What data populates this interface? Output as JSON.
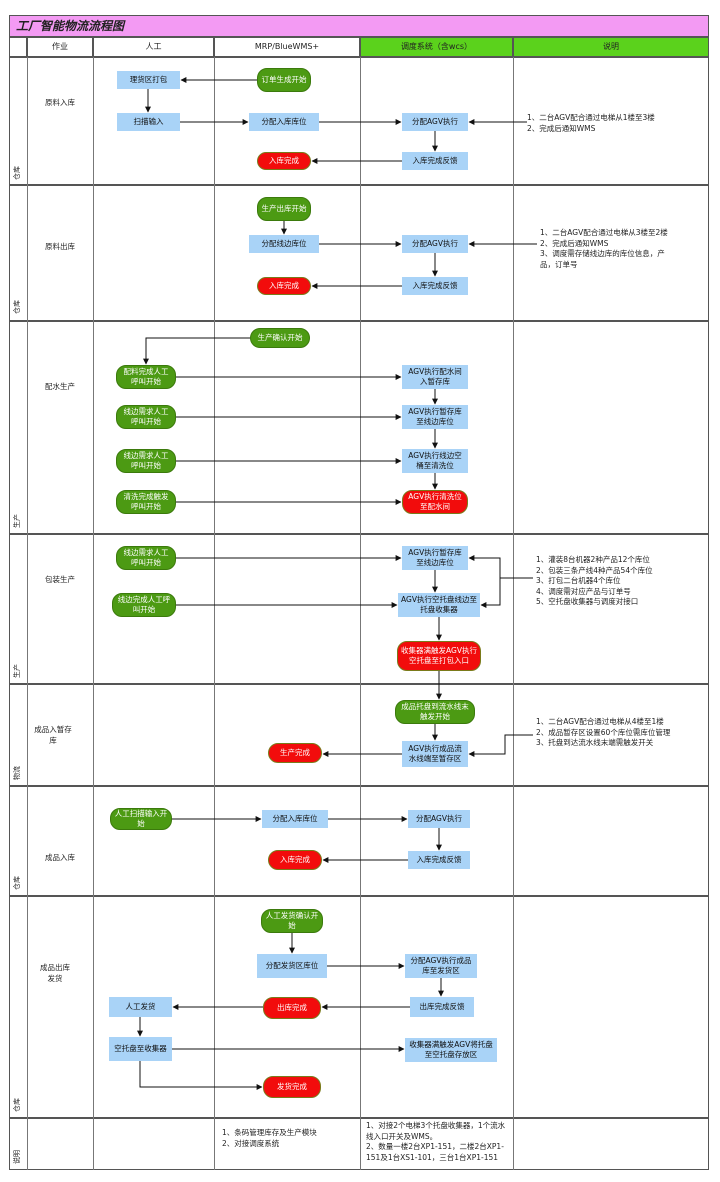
{
  "title": "工厂智能物流流程图",
  "headers": {
    "c1": "作业",
    "c2": "人工",
    "c3": "MRP/BlueWMS+",
    "c4": "调度系统（含wcs）",
    "c5": "说明"
  },
  "rows": [
    {
      "label": "原料入库",
      "dept": "仓库"
    },
    {
      "label": "原料出库",
      "dept": "仓库"
    },
    {
      "label": "配水生产",
      "dept": "生产"
    },
    {
      "label": "包装生产",
      "dept": "生产"
    },
    {
      "label": "成品入暂存库",
      "dept": "物流"
    },
    {
      "label": "成品入库",
      "dept": "仓库"
    },
    {
      "label": "成品出库发货",
      "dept": "仓库"
    },
    {
      "label": "",
      "dept": "说明"
    }
  ],
  "nodes": {
    "n1": "理货区打包",
    "n2": "订单生成开始",
    "n3": "扫描输入",
    "n4": "分配入库库位",
    "n5": "分配AGV执行",
    "n6": "入库完成",
    "n7": "入库完成反馈",
    "n8": "生产出库开始",
    "n9": "分配线边库位",
    "n10": "分配AGV执行",
    "n11": "入库完成",
    "n12": "入库完成反馈",
    "n13": "生产确认开始",
    "n14": "配料完成人工呼叫开始",
    "n15": "AGV执行配水间入暂存库",
    "n16": "线边需求人工呼叫开始",
    "n17": "AGV执行暂存库至线边库位",
    "n18": "线边需求人工呼叫开始",
    "n19": "AGV执行线边空桶至清洗位",
    "n20": "清洗完成触发呼叫开始",
    "n21": "AGV执行清洗位至配水间",
    "n22": "线边需求人工呼叫开始",
    "n23": "AGV执行暂存库至线边库位",
    "n24": "线边完成人工呼叫开始",
    "n25": "AGV执行空托盘线边至托盘收集器",
    "n26": "收集器满触发AGV执行空托盘至打包入口",
    "n27": "成品托盘到流水线末触发开始",
    "n28": "生产完成",
    "n29": "AGV执行成品流水线端至暂存区",
    "n30": "人工扫描输入开始",
    "n31": "分配入库库位",
    "n32": "分配AGV执行",
    "n33": "入库完成",
    "n34": "入库完成反馈",
    "n35": "人工发货确认开始",
    "n36": "分配发货区库位",
    "n37": "分配AGV执行成品库至发货区",
    "n38": "人工发货",
    "n39": "出库完成",
    "n40": "出库完成反馈",
    "n41": "空托盘至收集器",
    "n42": "收集器满触发AGV将托盘至空托盘存放区",
    "n43": "发货完成"
  },
  "notes": {
    "r1": [
      "1、二台AGV配合通过电梯从1楼至3楼",
      "2、完成后通知WMS"
    ],
    "r2": [
      "1、二台AGV配合通过电梯从3楼至2楼",
      "2、完成后通知WMS",
      "3、调度需存储线边库的库位信息，产",
      "品，订单号"
    ],
    "r4": [
      "1、灌装8台机器2种产品12个库位",
      "2、包装三条产线4种产品54个库位",
      "3、打包二台机器4个库位",
      "4、调度需对应产品与订单号",
      "5、空托盘收集器与调度对接口"
    ],
    "r5": [
      "1、二台AGV配合通过电梯从4楼至1楼",
      "2、成品暂存区设置60个库位需库位管理",
      "3、托盘到达流水线末端需触发开关"
    ],
    "footer_mrp": [
      "1、条码管理库存及生产模块",
      "2、对接调度系统"
    ],
    "footer_sched": [
      "1、对接2个电梯3个托盘收集器，1个流水",
      "线入口开关及WMS。",
      "2、数量一楼2台XP1-151，二楼2台XP1-",
      "151及1台XS1-101，三台1台XP1-151"
    ]
  },
  "colors": {
    "title_bg": "#f39af3",
    "sched_header": "#5bd21c",
    "box_blue": "#a9d3f7",
    "box_green": "#4c9a13",
    "box_red": "#f20c0c"
  }
}
